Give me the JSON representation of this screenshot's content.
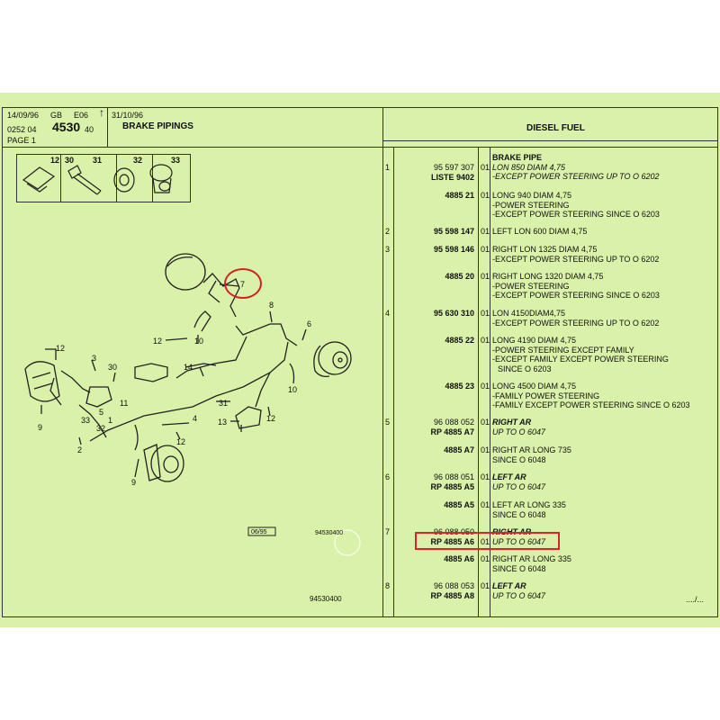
{
  "header": {
    "date1": "14/09/96",
    "lang": "GB",
    "edition": "E06",
    "arrow": "↑",
    "date2": "31/10/96",
    "code_prefix": "0252 04",
    "code_main": "4530",
    "code_suffix": "40",
    "page": "PAGE 1",
    "title": "BRAKE PIPINGS",
    "section": "DIESEL FUEL"
  },
  "legend_numbers": [
    "12",
    "30",
    "31",
    "32",
    "33"
  ],
  "diagram": {
    "callouts": [
      "7",
      "8",
      "6",
      "12",
      "10",
      "12",
      "3",
      "30",
      "14",
      "11",
      "5",
      "1",
      "33",
      "32",
      "9",
      "2",
      "4",
      "31",
      "13",
      "12",
      "12",
      "9",
      "10"
    ],
    "stamp": "06/95",
    "ref1": "94530400",
    "ref2": "94530400"
  },
  "rows": [
    {
      "no": "1",
      "ref": "95 597 307",
      "ref2": "LISTE 9402",
      "qty": "01",
      "lines": [
        "BRAKE PIPE",
        "LON 850 DIAM 4,75",
        "-EXCEPT POWER STEERING UP TO O 6202"
      ]
    },
    {
      "no": "",
      "ref": "4885 21",
      "qty": "01",
      "lines": [
        "LONG 940 DIAM 4,75",
        "-POWER STEERING",
        "-EXCEPT POWER STEERING SINCE O 6203"
      ]
    },
    {
      "no": "2",
      "ref": "95 598 147",
      "qty": "01",
      "lines": [
        "LEFT LON 600 DIAM 4,75"
      ]
    },
    {
      "no": "3",
      "ref": "95 598 146",
      "qty": "01",
      "lines": [
        "RIGHT LON 1325 DIAM 4,75",
        "-EXCEPT POWER STEERING UP TO O 6202"
      ]
    },
    {
      "no": "",
      "ref": "4885 20",
      "qty": "01",
      "lines": [
        "RIGHT LONG 1320 DIAM 4,75",
        "-POWER STEERING",
        "-EXCEPT POWER STEERING SINCE O 6203"
      ]
    },
    {
      "no": "4",
      "ref": "95 630 310",
      "qty": "01",
      "lines": [
        "LON 4150DIAM4,75",
        "-EXCEPT POWER STEERING UP TO O 6202"
      ]
    },
    {
      "no": "",
      "ref": "4885 22",
      "qty": "01",
      "lines": [
        "LONG 4190 DIAM 4,75",
        "-POWER STEERING EXCEPT  FAMILY",
        "-EXCEPT  FAMILY EXCEPT  POWER STEERING",
        "SINCE O 6203"
      ]
    },
    {
      "no": "",
      "ref": "4885 23",
      "qty": "01",
      "lines": [
        "LONG 4500 DIAM 4,75",
        "-FAMILY POWER STEERING",
        "-FAMILY EXCEPT  POWER STEERING SINCE O 6203"
      ]
    },
    {
      "no": "5",
      "ref": "96 088 052",
      "ref2": "RP  4885 A7",
      "qty": "01",
      "lines": [
        "RIGHT AR",
        "UP TO O 6047"
      ]
    },
    {
      "no": "",
      "ref": "4885 A7",
      "qty": "01",
      "lines": [
        "RIGHT AR LONG 735",
        "SINCE O 6048"
      ]
    },
    {
      "no": "6",
      "ref": "96 088 051",
      "ref2": "RP  4885 A5",
      "qty": "01",
      "lines": [
        "LEFT AR",
        "UP TO O 6047"
      ]
    },
    {
      "no": "",
      "ref": "4885 A5",
      "qty": "01",
      "lines": [
        "LEFT AR LONG 335",
        "SINCE O 6048"
      ]
    },
    {
      "no": "7",
      "ref": "96 088 050",
      "ref2": "RP  4885 A6",
      "qty": "01",
      "lines": [
        "RIGHT AR",
        "UP TO O 6047"
      ]
    },
    {
      "no": "",
      "ref": "4885 A6",
      "qty": "01",
      "lines": [
        "RIGHT AR LONG 335",
        "SINCE O 6048"
      ]
    },
    {
      "no": "8",
      "ref": "96 088 053",
      "ref2": "RP  4885 A8",
      "qty": "01",
      "lines": [
        "LEFT AR",
        "UP TO O 6047"
      ]
    }
  ],
  "continuation": "..../..."
}
